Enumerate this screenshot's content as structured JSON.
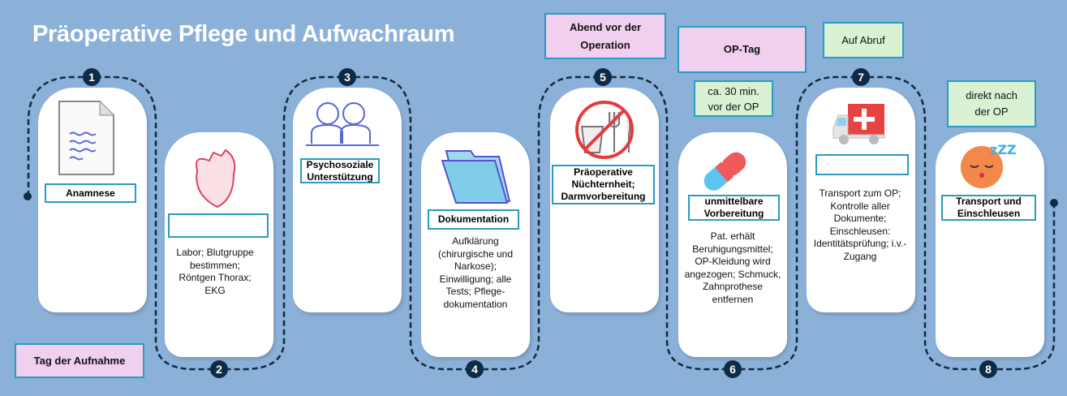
{
  "title": "Präoperative Pflege und Aufwachraum",
  "steps": [
    {
      "num": "1",
      "label": "Anamnese",
      "icon": "document-icon"
    },
    {
      "num": "2",
      "label": "",
      "desc": "Labor; Blutgruppe bestimmen; Röntgen Thorax; EKG",
      "icon": "heart-icon"
    },
    {
      "num": "3",
      "label": "Psychosoziale Unterstützung",
      "icon": "people-icon"
    },
    {
      "num": "4",
      "label": "Dokumentation",
      "desc": "Aufklärung (chirurgische und Narkose); Einwilligung; alle Tests; Pflege-dokumentation",
      "icon": "folder-icon"
    },
    {
      "num": "5",
      "label": "Präoperative Nüchternheit; Darmvorbereitung",
      "icon": "no-food-icon"
    },
    {
      "num": "6",
      "label": "unmittelbare Vorbereitung",
      "desc": "Pat. erhält Beruhigungsmittel; OP-Kleidung wird angezogen; Schmuck, Zahnprothese entfernen",
      "icon": "pill-icon"
    },
    {
      "num": "7",
      "label": "",
      "desc": "Transport zum OP; Kontrolle aller Dokumente; Einschleusen: Identitätsprüfung; i.v.-Zugang",
      "icon": "ambulance-icon"
    },
    {
      "num": "8",
      "label": "Transport und Einschleusen",
      "icon": "sleeping-face-icon"
    }
  ],
  "timing": {
    "tag_der_aufnahme": "Tag der Aufnahme",
    "abend": "Abend vor der Operation",
    "op_tag": "OP-Tag",
    "auf_abruf": "Auf Abruf",
    "ca_30": "ca. 30 min. vor der OP",
    "direkt": "direkt nach der OP"
  },
  "colors": {
    "background": "#8cb1d9",
    "border": "#2a9bc2",
    "pink": "#f0d0ee",
    "green": "#d9f2d3",
    "navy": "#0f2a45"
  }
}
